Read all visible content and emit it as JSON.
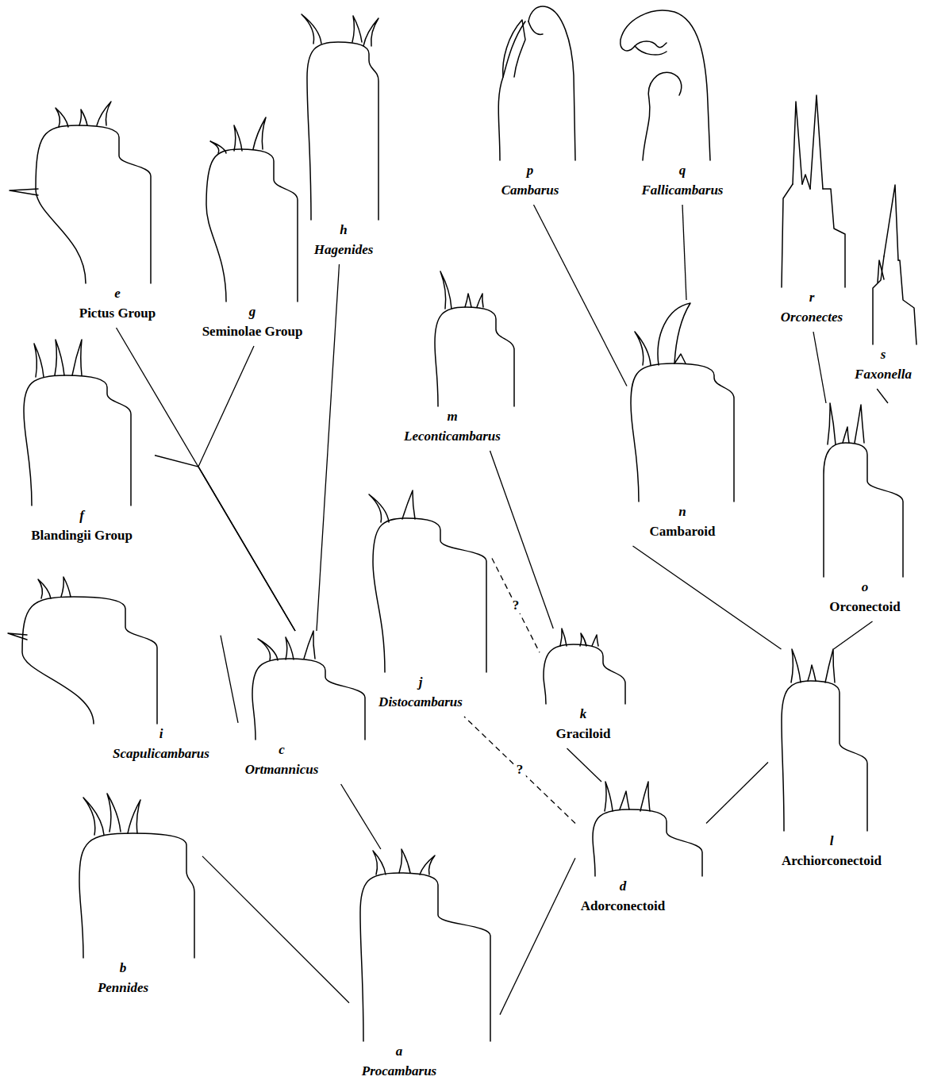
{
  "diagram": {
    "nodes": [
      {
        "text": [
          "a",
          "Procambarus"
        ]
      },
      {
        "text": [
          "b",
          "Pennides"
        ]
      },
      {
        "text": [
          "c",
          "Ortmannicus"
        ]
      },
      {
        "text": [
          "d",
          "Adorconectoid"
        ]
      },
      {
        "text": [
          "e",
          "Pictus Group"
        ]
      },
      {
        "text": [
          "f",
          "Blandingii Group"
        ]
      },
      {
        "text": [
          "g",
          "Seminolae Group"
        ]
      },
      {
        "text": [
          "h",
          "Hagenides"
        ]
      },
      {
        "text": [
          "i",
          "Scapulicambarus"
        ]
      },
      {
        "text": [
          "j",
          "Distocambarus"
        ]
      },
      {
        "text": [
          "k",
          "Graciloid"
        ]
      },
      {
        "text": [
          "l",
          "Archiorconectoid"
        ]
      },
      {
        "text": [
          "m",
          "Leconticambarus"
        ]
      },
      {
        "text": [
          "n",
          "Cambaroid"
        ]
      },
      {
        "text": [
          "o",
          "Orconectoid"
        ]
      },
      {
        "text": [
          "p",
          "Cambarus"
        ]
      },
      {
        "text": [
          "q",
          "Fallicambarus"
        ]
      },
      {
        "text": [
          "r",
          "Orconectes"
        ]
      },
      {
        "text": [
          "s",
          "Faxonella"
        ]
      }
    ],
    "edges": [
      {
        "from": 0,
        "to": 1,
        "arrow": "none"
      },
      {
        "from": 0,
        "to": 2,
        "arrow": "none"
      },
      {
        "from": 0,
        "to": 3,
        "arrow": "none"
      },
      {
        "from": 2,
        "to": 4,
        "arrow": "none"
      },
      {
        "from": 2,
        "to": 5,
        "arrow": "none"
      },
      {
        "from": 2,
        "to": 6,
        "arrow": "none"
      },
      {
        "from": 2,
        "to": 7,
        "arrow": "none"
      },
      {
        "from": 2,
        "to": 8,
        "arrow": "none"
      },
      {
        "from": 3,
        "to": 9,
        "label": "?",
        "arrow": "none"
      },
      {
        "from": 3,
        "to": 10,
        "arrow": "none"
      },
      {
        "from": 9,
        "to": 10,
        "label": "?",
        "arrow": "none"
      },
      {
        "from": 10,
        "to": 12,
        "arrow": "none"
      },
      {
        "from": 3,
        "to": 11,
        "arrow": "none"
      },
      {
        "from": 11,
        "to": 13,
        "arrow": "none"
      },
      {
        "from": 11,
        "to": 14,
        "arrow": "none"
      },
      {
        "from": 13,
        "to": 15,
        "arrow": "none"
      },
      {
        "from": 13,
        "to": 16,
        "arrow": "none"
      },
      {
        "from": 14,
        "to": 17,
        "arrow": "none"
      },
      {
        "from": 14,
        "to": 18,
        "arrow": "none"
      }
    ]
  }
}
